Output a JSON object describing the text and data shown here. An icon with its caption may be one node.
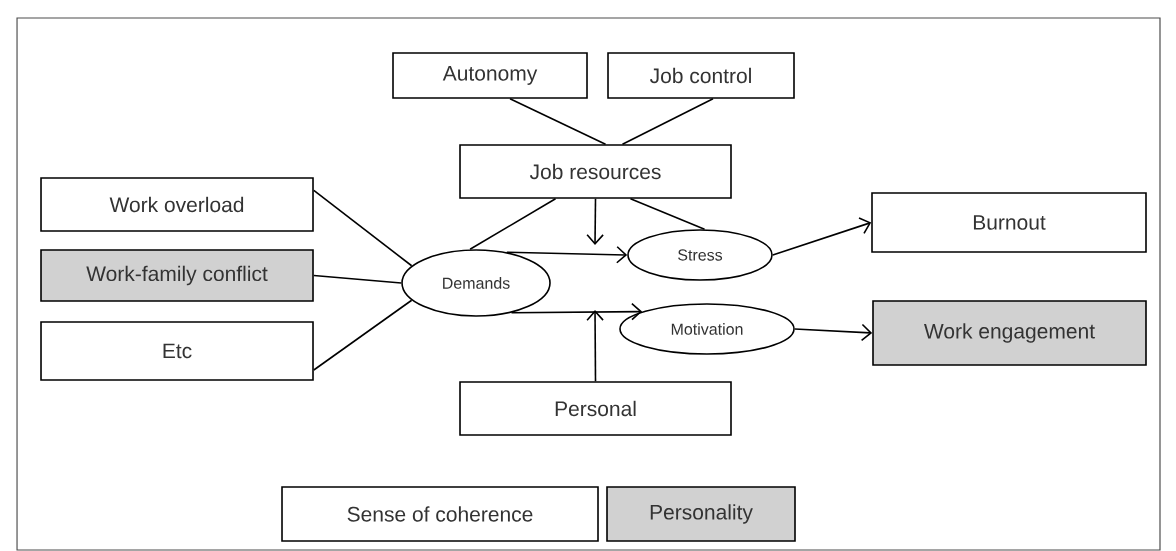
{
  "diagram": {
    "nodes": [
      {
        "text": [
          "Autonomy"
        ]
      },
      {
        "text": [
          "Job control"
        ]
      },
      {
        "text": [
          "Job resources"
        ]
      },
      {
        "text": [
          "Work overload"
        ]
      },
      {
        "text": [
          "Burnout"
        ]
      },
      {
        "text": [
          "Stress"
        ]
      },
      {
        "text": [
          "Work-family conflict"
        ]
      },
      {
        "text": [
          "Demands"
        ]
      },
      {
        "text": [
          "Motivation"
        ]
      },
      {
        "text": [
          "Work engagement"
        ]
      },
      {
        "text": [
          "Etc"
        ]
      },
      {
        "text": [
          "Personal"
        ]
      },
      {
        "text": [
          "Sense of coherence"
        ]
      },
      {
        "text": [
          "Personality"
        ]
      }
    ],
    "edges": [
      {
        "from": 0,
        "to": 2,
        "arrow": "none"
      },
      {
        "from": 1,
        "to": 2,
        "arrow": "none"
      },
      {
        "from": 2,
        "to": 7,
        "arrow": "none"
      },
      {
        "from": 2,
        "to": 5,
        "arrow": "none"
      },
      {
        "from": 2,
        "to": null,
        "arrow": "to"
      },
      {
        "from": 3,
        "to": 7,
        "arrow": "none"
      },
      {
        "from": 6,
        "to": 7,
        "arrow": "none"
      },
      {
        "from": 10,
        "to": 7,
        "arrow": "none"
      },
      {
        "from": 7,
        "to": 5,
        "arrow": "to"
      },
      {
        "from": 7,
        "to": 8,
        "arrow": "to"
      },
      {
        "from": 11,
        "to": null,
        "arrow": "to"
      },
      {
        "from": 5,
        "to": 4,
        "arrow": "to"
      },
      {
        "from": 8,
        "to": 9,
        "arrow": "to"
      }
    ]
  }
}
